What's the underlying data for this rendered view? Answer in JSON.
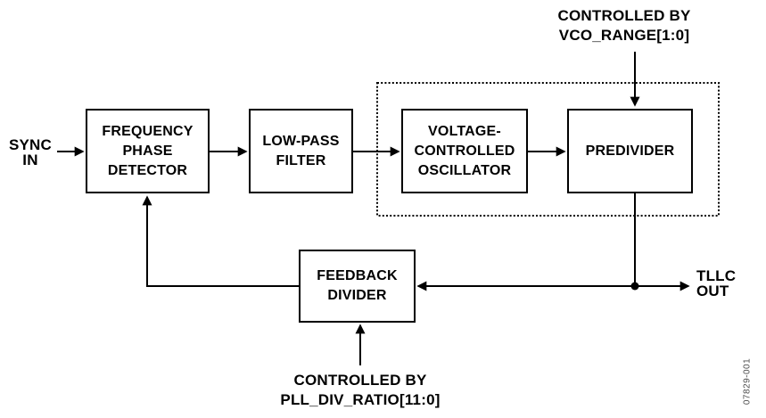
{
  "figure": {
    "background": "#ffffff",
    "line_color": "#000000",
    "text_color": "#000000",
    "figure_number_color": "#4d4d4d"
  },
  "blocks": {
    "frequency_phase_detector": {
      "lines": [
        "FREQUENCY",
        "PHASE",
        "DETECTOR"
      ]
    },
    "low_pass_filter": {
      "lines": [
        "LOW-PASS",
        "FILTER"
      ]
    },
    "voltage_controlled_oscillator": {
      "lines": [
        "VOLTAGE-",
        "CONTROLLED",
        "OSCILLATOR"
      ]
    },
    "predivider": {
      "lines": [
        "PREDIVIDER"
      ]
    },
    "feedback_divider": {
      "lines": [
        "FEEDBACK",
        "DIVIDER"
      ]
    }
  },
  "annotations": {
    "sync_in": {
      "lines": [
        "SYNC",
        "IN"
      ]
    },
    "tllc_out": {
      "lines": [
        "TLLC",
        "OUT"
      ]
    },
    "vco_range_control": {
      "lines": [
        "CONTROLLED BY",
        "VCO_RANGE[1:0]"
      ]
    },
    "pll_div_ratio_control": {
      "lines": [
        "CONTROLLED BY",
        "PLL_DIV_RATIO[11:0]"
      ]
    },
    "figure_number": "07829-001"
  }
}
